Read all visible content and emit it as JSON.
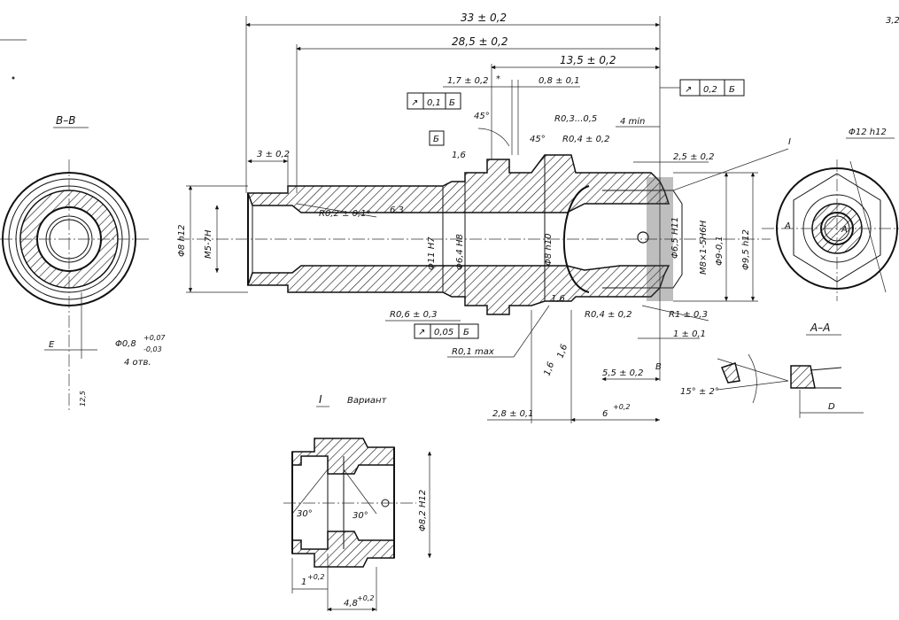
{
  "labels": {
    "section_bb": "В–В",
    "section_aa": "А–А",
    "variant": "Вариант",
    "variant_numeral": "I",
    "callout_i": "I",
    "datum_b": "Б",
    "letter_a": "А",
    "letter_a2": "А",
    "letter_e": "E",
    "letter_d": "D",
    "letter_b": "В",
    "roughness_corner": "3,2"
  },
  "dimensions": {
    "d33": "33 ± 0,2",
    "d285": "28,5 ± 0,2",
    "d135": "13,5 ± 0,2",
    "d17": "1,7 ± 0,2",
    "d08": "0,8 ± 0,1",
    "d3": "3 ± 0,2",
    "ang45a": "45°",
    "ang45b": "45°",
    "r03": "R0,3...0,5",
    "r04top": "R0,4 ± 0,2",
    "w4": "4 min",
    "d25": "2,5 ± 0,2",
    "rough16a": "1,6",
    "rough63": "6,3",
    "r02": "R0,2 ± 0,1*",
    "phi8h12": "Φ8 h12",
    "m5": "M5-7H",
    "phi11h7": "Φ11 H7",
    "phi64h8": "Φ6,4 H8",
    "phi8h10": "Φ8 h10",
    "phi65h11": "Φ6,5 H11",
    "m8": "M8×1-5H6H",
    "phi9": "Φ9-0,1",
    "phi95h12": "Φ9,5 h12",
    "phi12h12": "Φ12 h12",
    "r06": "R0,6 ± 0,3",
    "r04bot": "R0,4 ± 0,2",
    "r1": "R1 ± 0,3",
    "d1": "1 ± 0,1",
    "rough16b": "1,6",
    "rough16c": "1,6",
    "rough16d": "1,6",
    "r01": "R0,1 max",
    "d55": "5,5 ± 0,2",
    "d28": "2,8 ± 0,1",
    "d6": "6",
    "d6tol": "+0,2",
    "ang15": "15° ± 2°",
    "phi08": "Φ0,8",
    "phi08tol_up": "+0,07",
    "phi08tol_dn": "-0,03",
    "holes": "4 отв.",
    "r12": "12,5",
    "ang30a": "30°",
    "ang30b": "30°",
    "phi82": "Φ8,2 H12",
    "d1v": "1",
    "d1vtol": "+0,2",
    "d48": "4,8",
    "d48tol": "+0,2"
  },
  "tolerance_frames": [
    {
      "symbol": "↗",
      "value": "0,1",
      "datum": "Б"
    },
    {
      "symbol": "↗",
      "value": "0,2",
      "datum": "Б"
    },
    {
      "symbol": "↗",
      "value": "0,05",
      "datum": "Б"
    }
  ],
  "star": "*"
}
